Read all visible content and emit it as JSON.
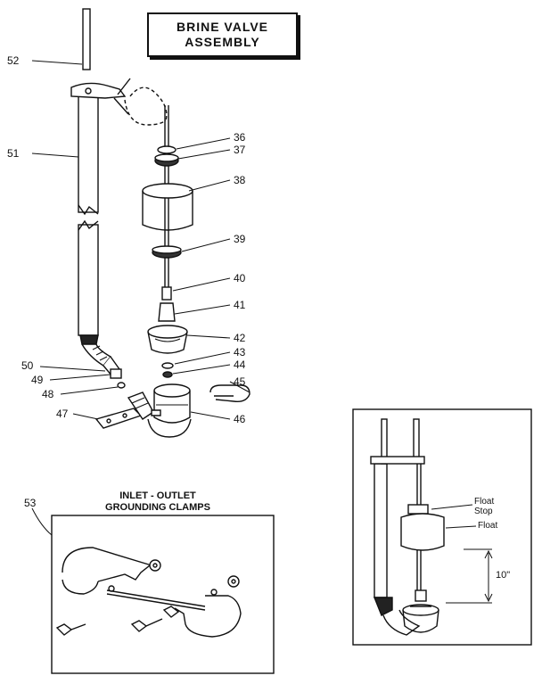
{
  "title": {
    "line1": "BRINE VALVE",
    "line2": "ASSEMBLY"
  },
  "callouts": [
    {
      "id": "52",
      "label": "52"
    },
    {
      "id": "51",
      "label": "51"
    },
    {
      "id": "50",
      "label": "50"
    },
    {
      "id": "49",
      "label": "49"
    },
    {
      "id": "48",
      "label": "48"
    },
    {
      "id": "47",
      "label": "47"
    },
    {
      "id": "36",
      "label": "36"
    },
    {
      "id": "37",
      "label": "37"
    },
    {
      "id": "38",
      "label": "38"
    },
    {
      "id": "39",
      "label": "39"
    },
    {
      "id": "40",
      "label": "40"
    },
    {
      "id": "41",
      "label": "41"
    },
    {
      "id": "42",
      "label": "42"
    },
    {
      "id": "43",
      "label": "43"
    },
    {
      "id": "44",
      "label": "44"
    },
    {
      "id": "45",
      "label": "45"
    },
    {
      "id": "46",
      "label": "46"
    },
    {
      "id": "53",
      "label": "53"
    }
  ],
  "clamps": {
    "title_line1": "INLET - OUTLET",
    "title_line2": "GROUNDING CLAMPS"
  },
  "inset": {
    "float_stop_line1": "Float",
    "float_stop_line2": "Stop",
    "float": "Float",
    "dimension": "10\""
  }
}
